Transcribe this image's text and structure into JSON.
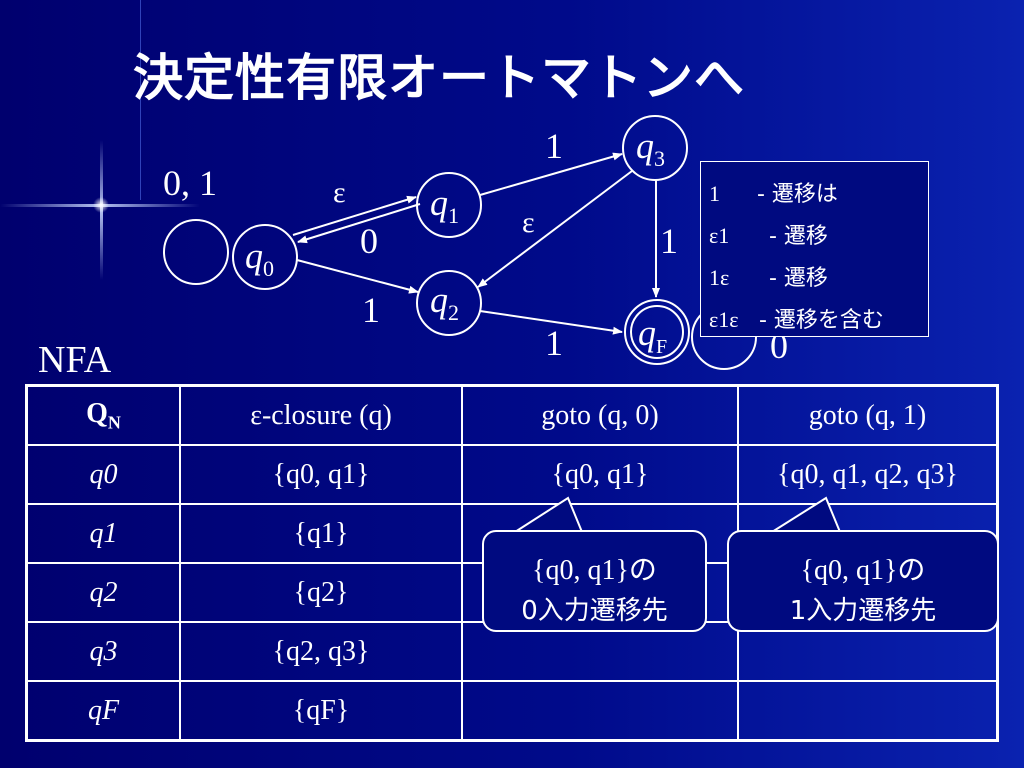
{
  "title": "決定性有限オートマトンへ",
  "diagram": {
    "states": [
      "q0",
      "q1",
      "q2",
      "q3",
      "qF"
    ],
    "transitions": [
      {
        "from": "q0",
        "to": "q0",
        "label": "0, 1"
      },
      {
        "from": "q0",
        "to": "q1",
        "label": "ε"
      },
      {
        "from": "q1",
        "to": "q0",
        "label": "0"
      },
      {
        "from": "q0",
        "to": "q2",
        "label": "1"
      },
      {
        "from": "q1",
        "to": "q3",
        "label": "1"
      },
      {
        "from": "q3",
        "to": "q2",
        "label": "ε"
      },
      {
        "from": "q3",
        "to": "qF",
        "label": "1"
      },
      {
        "from": "q2",
        "to": "qF",
        "label": "1"
      },
      {
        "from": "qF",
        "to": "qF",
        "label": "0"
      }
    ],
    "nfa_label": "NFA"
  },
  "legend": [
    {
      "pattern": "1",
      "desc": "- 遷移は"
    },
    {
      "pattern": "ε1",
      "desc": "- 遷移"
    },
    {
      "pattern": "1ε",
      "desc": "- 遷移"
    },
    {
      "pattern": "ε1ε",
      "desc": "- 遷移を含む"
    }
  ],
  "table": {
    "headers": [
      "QN",
      "ε-closure (q)",
      "goto (q, 0)",
      "goto (q, 1)"
    ],
    "rows": [
      {
        "state": "q0",
        "closure": "{q0, q1}",
        "goto0": "{q0, q1}",
        "goto1": "{q0, q1, q2, q3}"
      },
      {
        "state": "q1",
        "closure": "{q1}",
        "goto0": "",
        "goto1": ""
      },
      {
        "state": "q2",
        "closure": "{q2}",
        "goto0": "",
        "goto1": ""
      },
      {
        "state": "q3",
        "closure": "{q2, q3}",
        "goto0": "",
        "goto1": ""
      },
      {
        "state": "qF",
        "closure": "{qF}",
        "goto0": "",
        "goto1": ""
      }
    ]
  },
  "callouts": [
    {
      "set": "{q0, q1}の",
      "text": "0入力遷移先"
    },
    {
      "set": "{q0, q1}の",
      "text": "1入力遷移先"
    }
  ]
}
